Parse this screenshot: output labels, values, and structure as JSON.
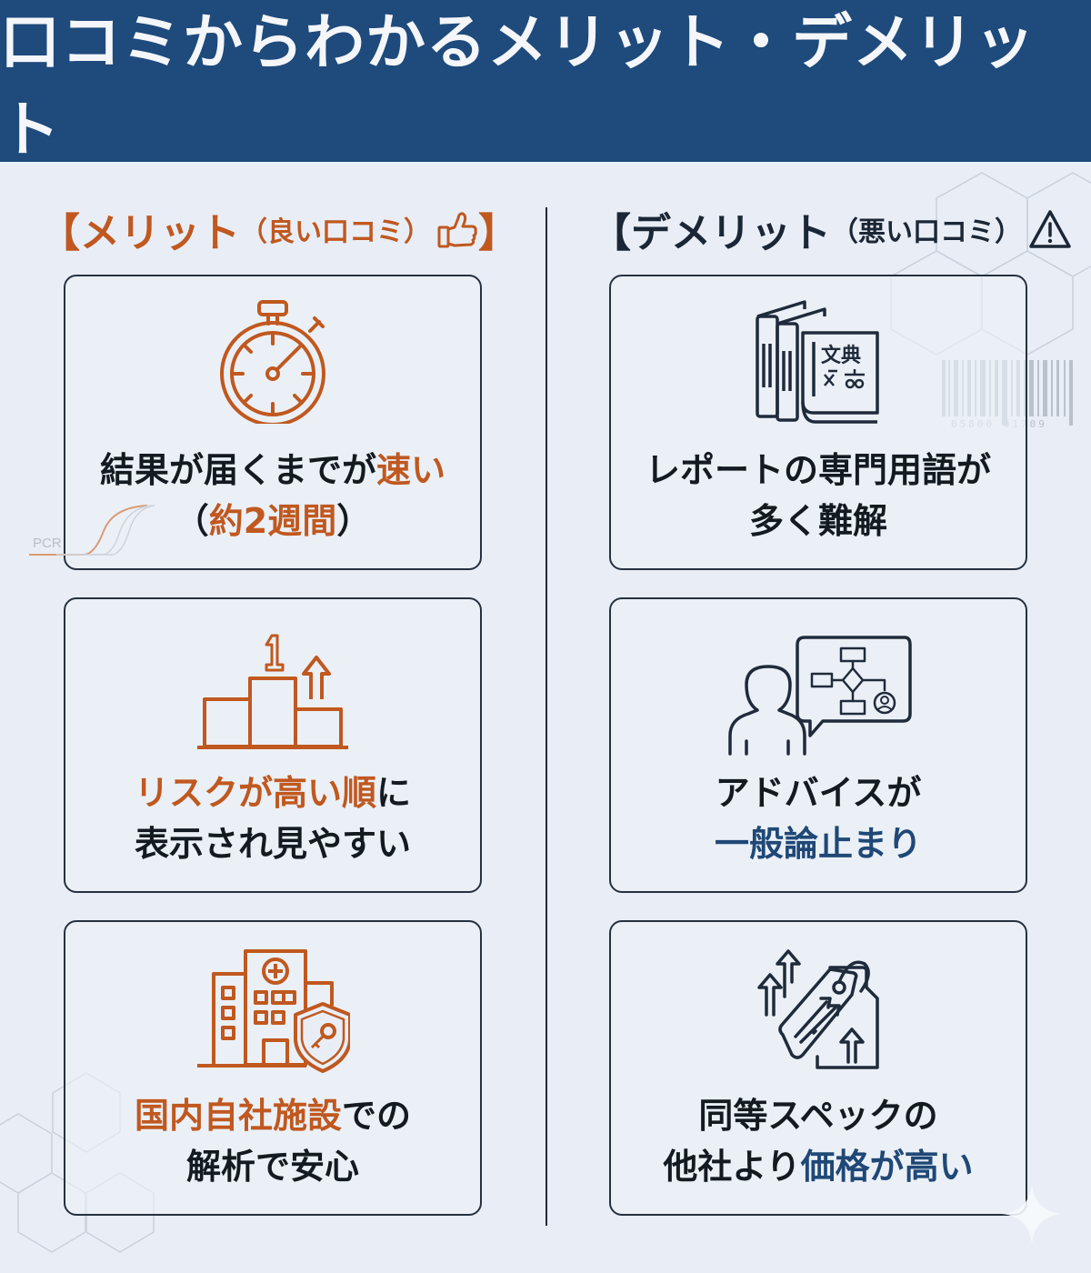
{
  "header": {
    "title": "口コミからわかるメリット・デメリット"
  },
  "colors": {
    "header_bg": "#1e4a7c",
    "accent_orange": "#c0581f",
    "accent_navy": "#1f4876",
    "text_dark": "#141a22",
    "background": "#e9eef6"
  },
  "merit": {
    "bracket_open": "【",
    "title": "メリット",
    "subtitle": "（良い口コミ）",
    "bracket_close": "】",
    "icon": "thumbs-up-icon",
    "cards": [
      {
        "icon": "stopwatch-icon",
        "line1_a": "結果が届くまでが",
        "line1_b": "速い",
        "line2_a": "（",
        "line2_b": "約2週間",
        "line2_c": "）"
      },
      {
        "icon": "podium-rank-up-icon",
        "line1_a": "リスクが高い順",
        "line1_b": "に",
        "line2": "表示され見やすい"
      },
      {
        "icon": "hospital-shield-icon",
        "line1_a": "国内自社施設",
        "line1_b": "での",
        "line2": "解析で安心"
      }
    ]
  },
  "demerit": {
    "bracket_open": "【",
    "title": "デメリット",
    "subtitle": "（悪い口コミ）",
    "icon": "warning-icon",
    "cards": [
      {
        "icon": "dictionary-books-icon",
        "line1": "レポートの専門用語が",
        "line2": "多く難解",
        "book_label": "文典"
      },
      {
        "icon": "advisor-flowchart-icon",
        "line1": "アドバイスが",
        "line2": "一般論止まり"
      },
      {
        "icon": "price-tag-up-icon",
        "line1": "同等スペックの",
        "line2_a": "他社より",
        "line2_b": "価格が高い"
      }
    ]
  },
  "decor": {
    "pcr_label": "PCR",
    "barcode_digits": "05800 01709"
  }
}
